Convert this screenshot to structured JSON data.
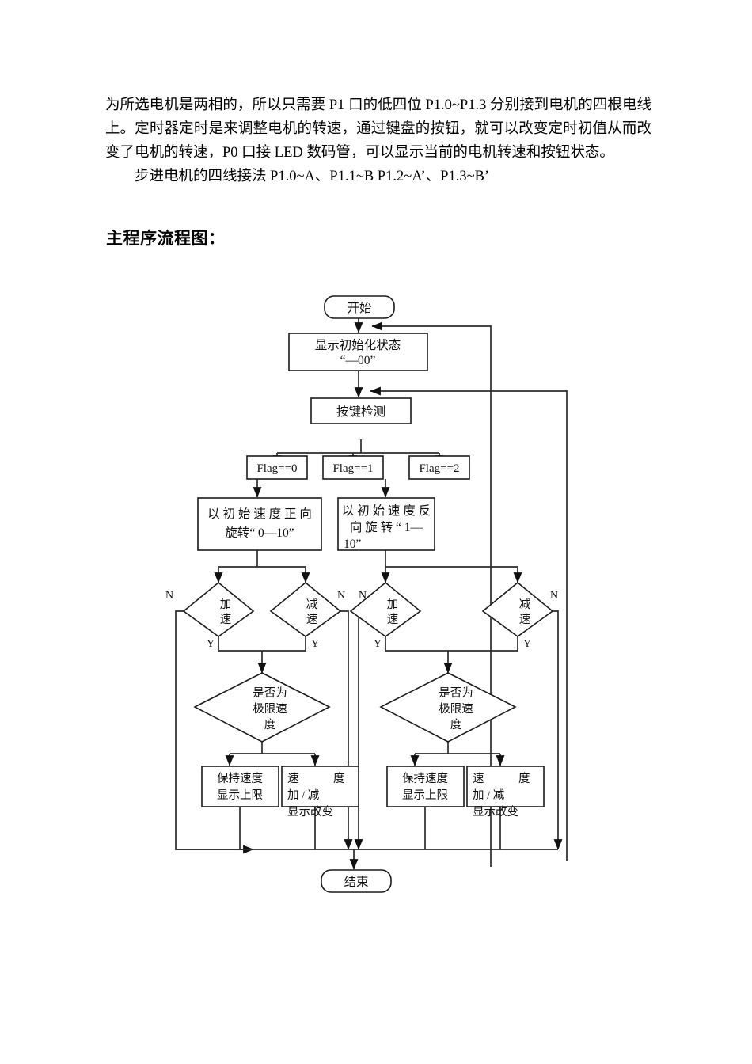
{
  "document": {
    "paragraphs": [
      "为所选电机是两相的，所以只需要 P1 口的低四位 P1.0~P1.3 分别接到电机的四根电线上。定时器定时是来调整电机的转速，通过键盘的按钮，就可以改变定时初值从而改变了电机的转速，P0 口接 LED 数码管，可以显示当前的电机转速和按钮状态。",
      "步进电机的四线接法 P1.0~A、P1.1~B P1.2~A’、P1.3~B’"
    ],
    "heading": "主程序流程图："
  },
  "flowchart": {
    "title": "主程序流程图",
    "nodes": {
      "start": "开始",
      "init_line1": "显示初始化状态",
      "init_line2": "“—00”",
      "key_detect": "按键检测",
      "flag0": "Flag==0",
      "flag1": "Flag==1",
      "flag2": "Flag==2",
      "forward_line1": "以 初 始 速 度 正 向",
      "forward_line2": "旋转“ 0—10”",
      "reverse_line1": "以 初 始 速 度 反",
      "reverse_line2": "向 旋 转 “ 1—",
      "reverse_line3": "10”",
      "accel_l1": "加",
      "accel_l2": "速",
      "decel_l1": "减",
      "decel_l2": "速",
      "limit_l1": "是否为",
      "limit_l2": "极限速",
      "limit_l3": "度",
      "hold_l1": "保持速度",
      "hold_l2": "显示上限",
      "change_l1": "速　　　度",
      "change_l2": "加 / 减",
      "change_l3": "显示改变",
      "end": "结束"
    },
    "edge_labels": {
      "yes": "Y",
      "no": "N"
    },
    "colors": {
      "shape_stroke": "#1a1a1a",
      "connector": "#2b2b2b",
      "shape_fill": "#ffffff",
      "text": "#111111"
    }
  }
}
